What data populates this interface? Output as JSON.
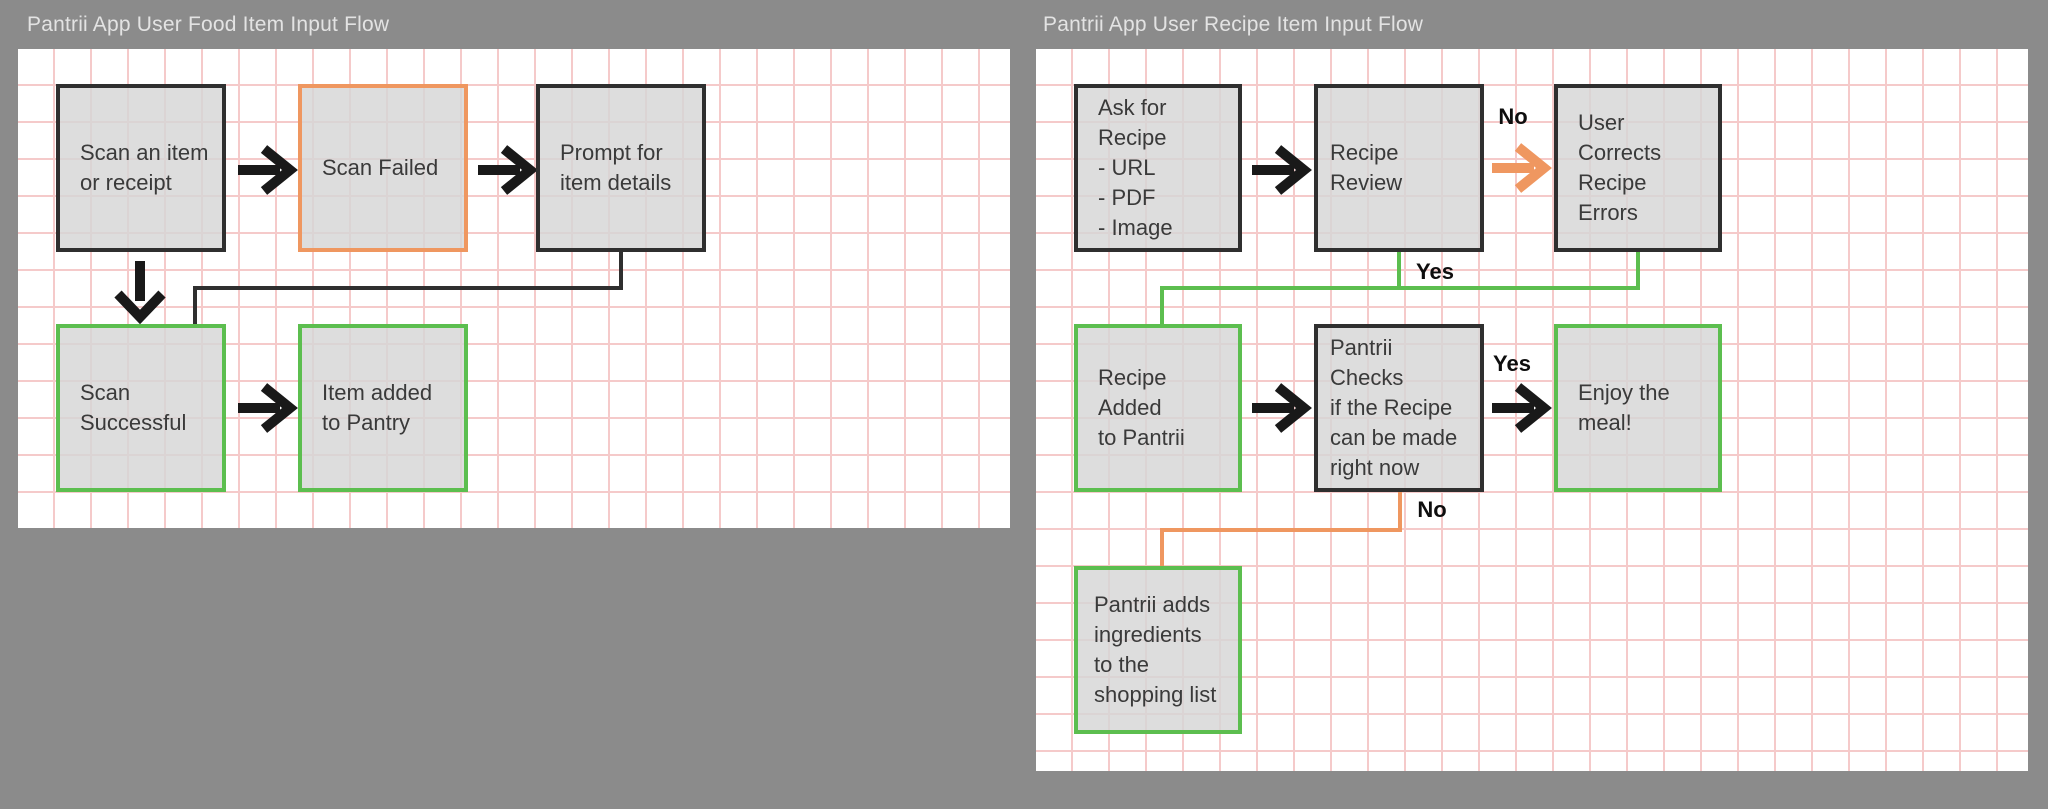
{
  "board": {
    "background": "#8b8b8b",
    "canvas_color": "#ffffff",
    "grid_color": "#f5caca"
  },
  "colors": {
    "node_fill": "#d5d5d5",
    "dark_border": "#2f2f2f",
    "orange_accent": "#ef9760",
    "green_accent": "#5cbe4f",
    "arrow_black": "#191919",
    "title_text": "#e3e3e3",
    "node_text": "#3a3a3a"
  },
  "left_flow": {
    "title": "Pantrii App User Food Item Input Flow",
    "nodes": [
      {
        "label": "Scan an item\nor receipt",
        "border": "dark"
      },
      {
        "label": "Scan Failed",
        "border": "orange"
      },
      {
        "label": "Prompt for\nitem details",
        "border": "dark"
      },
      {
        "label": "Scan\nSuccessful",
        "border": "green"
      },
      {
        "label": "Item added\nto Pantry",
        "border": "green"
      }
    ]
  },
  "right_flow": {
    "title": "Pantrii App User Recipe Item Input Flow",
    "nodes": [
      {
        "label": "Ask for Recipe\n- URL\n- PDF\n- Image",
        "border": "dark"
      },
      {
        "label": "Recipe Review",
        "border": "dark"
      },
      {
        "label": "User Corrects\nRecipe Errors",
        "border": "dark"
      },
      {
        "label": "Recipe Added\nto Pantrii",
        "border": "green"
      },
      {
        "label": "Pantrii Checks\nif the Recipe\ncan be made\nright now",
        "border": "dark"
      },
      {
        "label": "Enjoy the\nmeal!",
        "border": "green"
      },
      {
        "label": "Pantrii adds\ningredients\nto the\nshopping list",
        "border": "green"
      }
    ],
    "edge_labels": {
      "review_no": "No",
      "review_yes": "Yes",
      "check_yes": "Yes",
      "check_no": "No"
    }
  }
}
